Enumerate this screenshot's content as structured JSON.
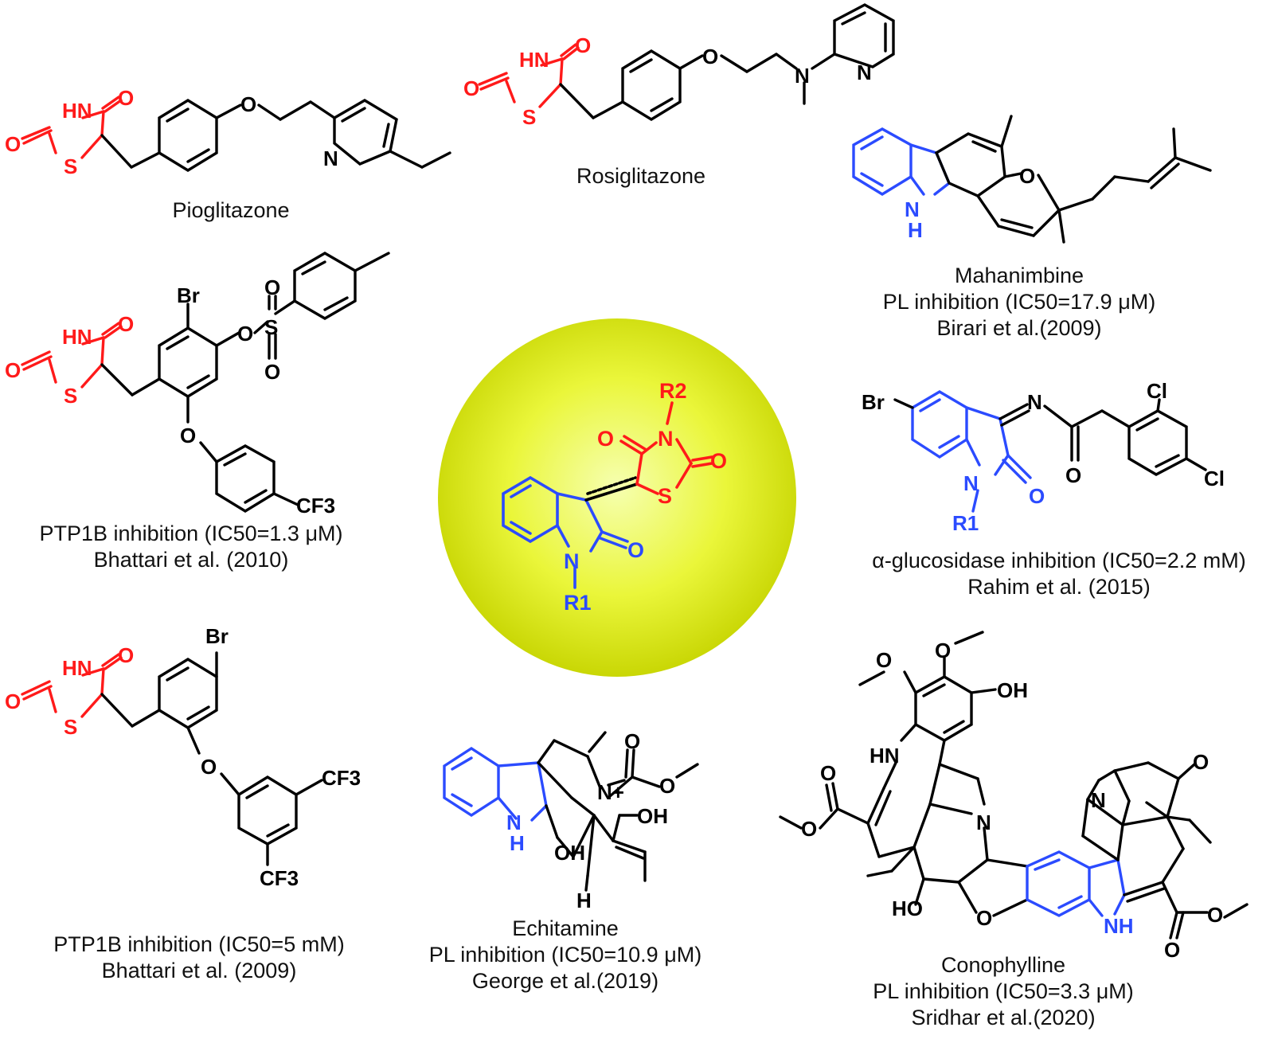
{
  "colors": {
    "bond": "#000000",
    "thiazolidinedione": "#ff1a1a",
    "indole_core": "#2b4bff",
    "sphere_center": "#f4ff8a",
    "sphere_edge": "#c9d600",
    "text": "#111111"
  },
  "compounds": [
    {
      "name": "Pioglitazone",
      "activity": "",
      "reference": ""
    },
    {
      "name": "Rosiglitazone",
      "activity": "",
      "reference": ""
    },
    {
      "name": "Mahanimbine",
      "activity": "PL inhibition (IC50=17.9 μM)",
      "reference": "Birari et al.(2009)"
    },
    {
      "name": "",
      "activity": "PTP1B inhibition (IC50=1.3 μM)",
      "reference": "Bhattari et al. (2010)"
    },
    {
      "name": "",
      "activity": "α-glucosidase inhibition (IC50=2.2 mM)",
      "reference": "Rahim et al. (2015)"
    },
    {
      "name": "",
      "activity": "PTP1B inhibition (IC50=5 mM)",
      "reference": "Bhattari et al. (2009)"
    },
    {
      "name": "Echitamine",
      "activity": "PL inhibition (IC50=10.9 μM)",
      "reference": "George et al.(2019)"
    },
    {
      "name": "Conophylline",
      "activity": "PL inhibition (IC50=3.3 μM)",
      "reference": "Sridhar et al.(2020)"
    }
  ],
  "atoms": {
    "HN": "HN",
    "NH": "NH",
    "N": "N",
    "H": "H",
    "O": "O",
    "S": "S",
    "Br": "Br",
    "Cl": "Cl",
    "OH": "OH",
    "HO": "HO",
    "CF3": "CF3",
    "Nplus": "N+",
    "R1": "R1",
    "R2": "R2"
  }
}
